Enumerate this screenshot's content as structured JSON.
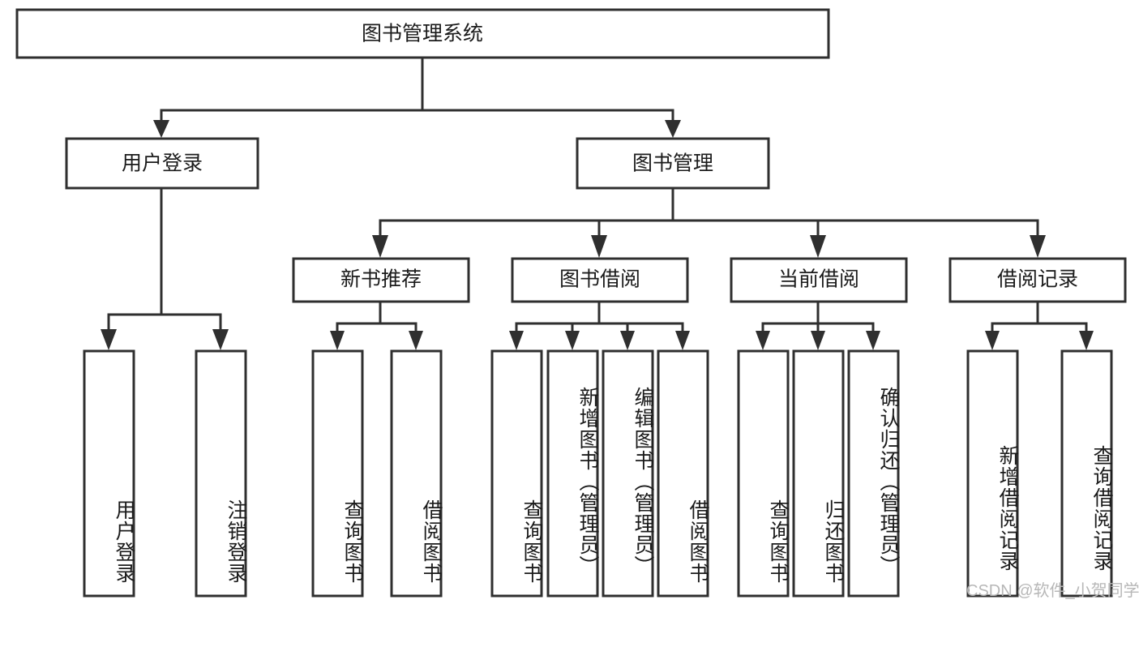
{
  "diagram": {
    "title": "图书管理系统",
    "type": "tree-hierarchy-chart",
    "watermark": "CSDN @软件_小贺同学",
    "colors": {
      "stroke": "#2f2f2f",
      "fill": "#ffffff",
      "text": "#1b1b1b",
      "watermark": "#b7b7b7"
    },
    "levels": {
      "root": {
        "label": "图书管理系统"
      },
      "level2": [
        {
          "label": "用户登录"
        },
        {
          "label": "图书管理"
        }
      ],
      "level3": [
        {
          "label": "新书推荐"
        },
        {
          "label": "图书借阅"
        },
        {
          "label": "当前借阅"
        },
        {
          "label": "借阅记录"
        }
      ],
      "leaves": {
        "user_login": [
          {
            "label": "用户登录"
          },
          {
            "label": "注销登录"
          }
        ],
        "new_book_recommend": [
          {
            "label": "查询图书"
          },
          {
            "label": "借阅图书"
          }
        ],
        "book_borrow": [
          {
            "label": "查询图书"
          },
          {
            "label": "新增图书（管理员）"
          },
          {
            "label": "编辑图书（管理员）"
          },
          {
            "label": "借阅图书"
          }
        ],
        "current_borrow": [
          {
            "label": "查询图书"
          },
          {
            "label": "归还图书"
          },
          {
            "label": "确认归还（管理员）"
          }
        ],
        "borrow_record": [
          {
            "label": "新增借阅记录"
          },
          {
            "label": "查询借阅记录"
          }
        ]
      }
    }
  }
}
